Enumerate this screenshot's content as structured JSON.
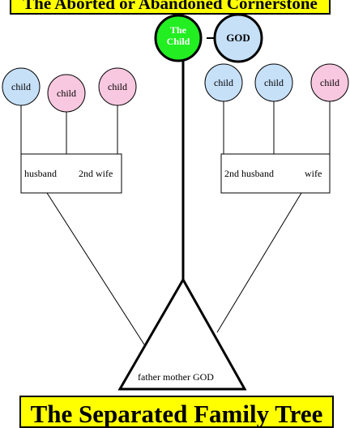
{
  "top_banner": "The Aborted or Abandoned Cornerstone",
  "bottom_banner": "The Separated Family Tree",
  "the_child": [
    "The",
    "Child"
  ],
  "god": "GOD",
  "left_children": [
    "child",
    "child",
    "child"
  ],
  "right_children": [
    "child",
    "child",
    "child"
  ],
  "left_couple": {
    "husband": "husband",
    "wife": "2nd wife"
  },
  "right_couple": {
    "husband": "2nd husband",
    "wife": "wife"
  },
  "triangle_label": "father mother GOD",
  "colors": {
    "blue": "#c6e0f8",
    "pink": "#f8c8e0",
    "green": "#22ee22",
    "banner": "#ffff00"
  }
}
